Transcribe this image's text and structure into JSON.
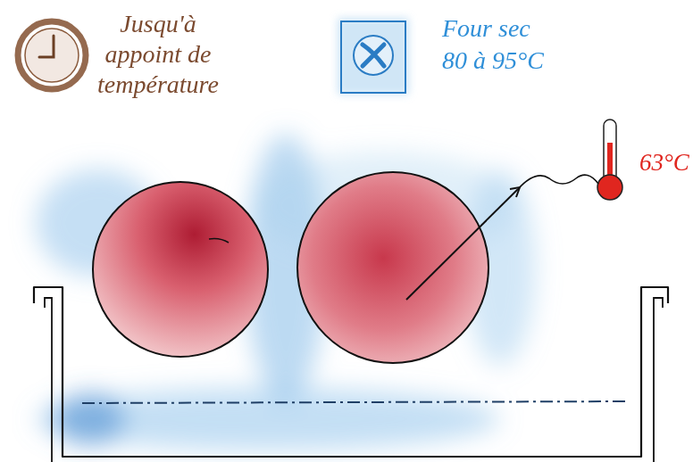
{
  "diagram": {
    "labels": [
      "Jusqu'à appoint de température",
      "Four sec 80 à 95°C",
      "63°C"
    ]
  }
}
